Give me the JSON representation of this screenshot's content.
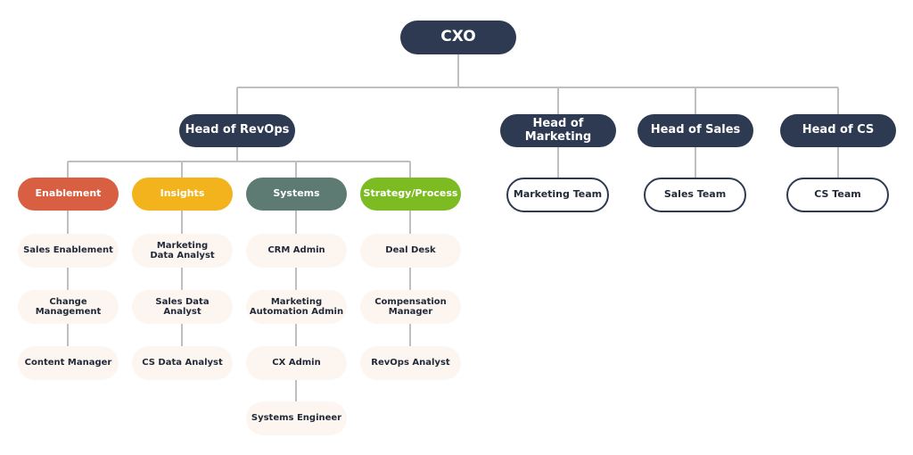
{
  "colors": {
    "dark": "#2e3a52",
    "enablement": "#d95f42",
    "insights": "#f2b31c",
    "systems": "#5d7b72",
    "strategy": "#7dbb22",
    "sub_bg": "#fdf6f0",
    "connector": "#bfbfbf"
  },
  "root": "CXO",
  "heads": {
    "revops": "Head of RevOps",
    "marketing": "Head of\nMarketing",
    "sales": "Head of Sales",
    "cs": "Head of CS"
  },
  "teams": {
    "marketing": "Marketing Team",
    "sales": "Sales Team",
    "cs": "CS Team"
  },
  "categories": {
    "enablement": {
      "label": "Enablement",
      "items": [
        "Sales Enablement",
        "Change\nManagement",
        "Content Manager"
      ]
    },
    "insights": {
      "label": "Insights",
      "items": [
        "Marketing\nData Analyst",
        "Sales Data\nAnalyst",
        "CS Data Analyst"
      ]
    },
    "systems": {
      "label": "Systems",
      "items": [
        "CRM Admin",
        "Marketing\nAutomation Admin",
        "CX Admin",
        "Systems Engineer"
      ]
    },
    "strategy": {
      "label": "Strategy/Process",
      "items": [
        "Deal Desk",
        "Compensation\nManager",
        "RevOps Analyst"
      ]
    }
  }
}
